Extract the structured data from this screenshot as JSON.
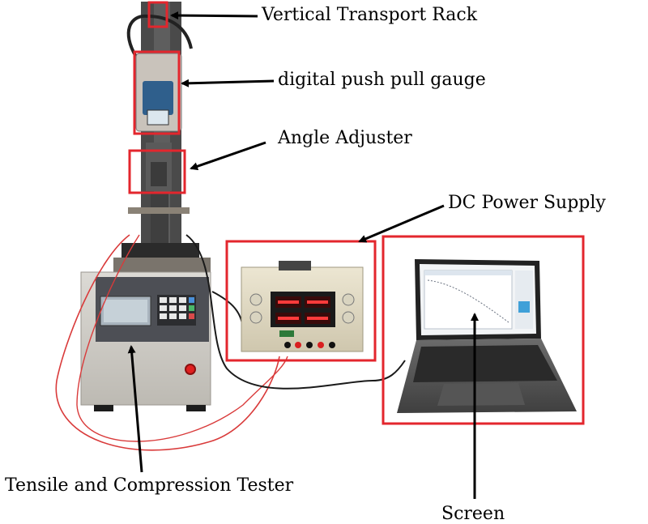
{
  "labels": {
    "rack": "Vertical Transport Rack",
    "gauge": "digital push pull gauge",
    "angle": "Angle Adjuster",
    "dc": "DC Power Supply",
    "tester": "Tensile and Compression Tester",
    "screen": "Screen"
  },
  "colors": {
    "highlight_box": "#e3262d",
    "arrow": "#000000",
    "cable_red": "#d93a3a",
    "cable_black": "#1a1a1a"
  }
}
